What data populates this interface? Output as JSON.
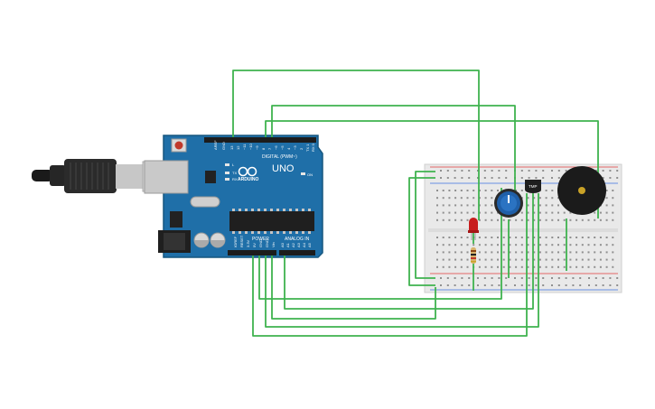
{
  "canvas": {
    "background": "#ffffff"
  },
  "colors": {
    "board": "#1f6fa8",
    "board_edge": "#16577f",
    "wire": "#3fb34f",
    "breadboard": "#e9e9e9",
    "hole": "#8f8f8f",
    "rail_red": "#e03b3b",
    "rail_blue": "#3b6fe0",
    "led": "#c81d1d",
    "potentiometer": "#1f5fa8",
    "buzzer": "#1b1b1b",
    "buzzer_center": "#c9a227"
  },
  "arduino": {
    "model_label": "UNO",
    "brand_label": "ARDUINO",
    "digital_header_label": "DIGITAL (PWM~)",
    "power_header_label": "POWER",
    "analog_header_label": "ANALOG IN",
    "on_label": "ON",
    "tx_label": "TX",
    "rx_label": "RX",
    "l_label": "L",
    "aref_label": "AREF",
    "gnd_label": "GND",
    "digital_pins": [
      "13",
      "12",
      "~11",
      "~10",
      "~9",
      "8",
      "7",
      "~6",
      "~5",
      "4",
      "~3",
      "2",
      "TX 1",
      "RX 0"
    ],
    "power_pins": [
      "IOREF",
      "RESET",
      "3.3V",
      "5V",
      "GND",
      "GND",
      "Vin"
    ],
    "analog_pins": [
      "A0",
      "A1",
      "A2",
      "A3",
      "A4",
      "A5"
    ]
  },
  "components": {
    "usb_cable": "usb-cable-icon",
    "led": "led-icon",
    "resistor": "resistor-icon",
    "potentiometer": "potentiometer-icon",
    "sensor": "temperature-sensor-icon",
    "sensor_label": "TMP",
    "buzzer": "piezo-buzzer-icon"
  }
}
